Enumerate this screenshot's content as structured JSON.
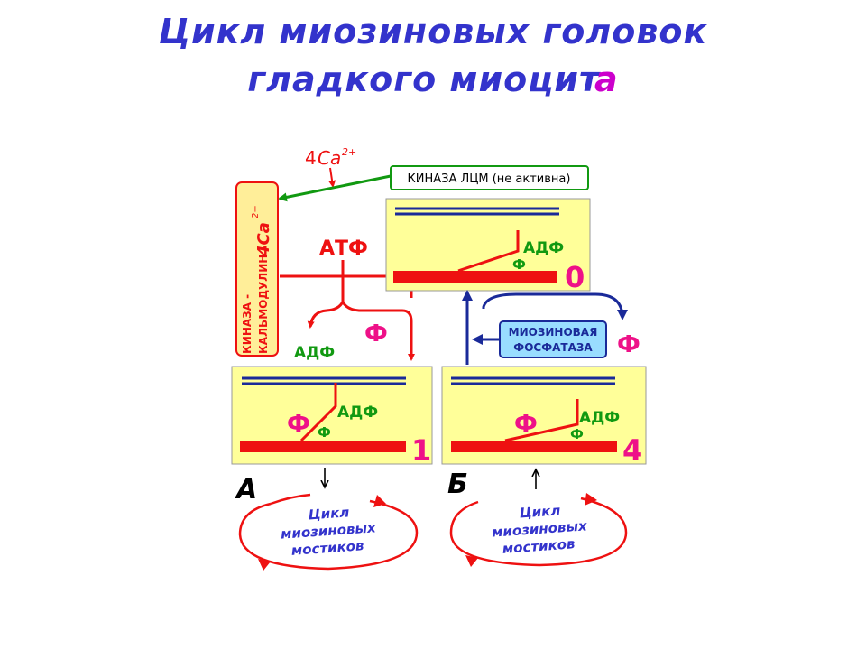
{
  "title": {
    "line1": "Цикл миозиновых головок",
    "line2_main": "гладкого миоцит",
    "line2_last": "а"
  },
  "labels": {
    "ca_top_num": "4",
    "ca_top": "Ca",
    "ca_top_charge": "2+",
    "kinase_inactive": "КИНАЗА  ЛЦМ (не активна)",
    "side_complex_line1": "КИНАЗА -",
    "side_complex_line2": "КАЛЬМОДУЛИН -",
    "side_complex_ca": "4Ca",
    "side_complex_charge": "2+",
    "atp": "АТФ",
    "adp_left": "АДФ",
    "phi_center": "Ф",
    "phosphatase_line1": "МИОЗИНОВАЯ",
    "phosphatase_line2": "ФОСФАТАЗА",
    "phi_right": "Ф",
    "letter_a": "А",
    "letter_b": "Б"
  },
  "panels": [
    {
      "id": "0",
      "number": "0",
      "adp": "АДФ",
      "phi_small": "Ф",
      "phi_big": ""
    },
    {
      "id": "1",
      "number": "1",
      "adp": "АДФ",
      "phi_small": "Ф",
      "phi_big": "Ф"
    },
    {
      "id": "4",
      "number": "4",
      "adp": "АДФ",
      "phi_small": "Ф",
      "phi_big": "Ф"
    }
  ],
  "cycles": [
    {
      "line1": "Цикл",
      "line2": "миозиновых",
      "line3": "мостиков"
    },
    {
      "line1": "Цикл",
      "line2": "миозиновых",
      "line3": "мостиков"
    }
  ],
  "colors": {
    "title": "#3333cc",
    "red": "#ee1111",
    "green": "#119911",
    "navy": "#1a2a99",
    "magenta": "#ee1188",
    "panel_fill": "#ffff99",
    "phosphatase_fill": "#99ddff",
    "side_fill": "#ffee99"
  }
}
